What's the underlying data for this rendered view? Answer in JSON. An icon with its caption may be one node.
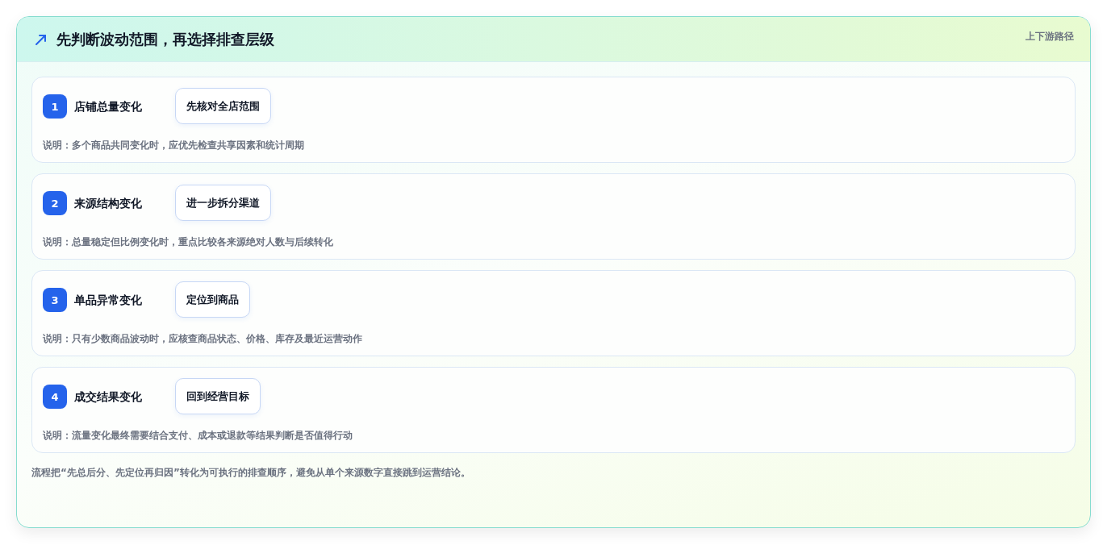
{
  "diagram": {
    "title": "先判断波动范围，再选择排查层级",
    "caption": "流程把“先总后分、先定位再归因”转化为可执行的排查顺序，避免从单个来源数字直接跳到运营结论。",
    "nodes": [
      {
        "text": [
          "店铺总量变化",
          "说明：多个商品共同变化时，应优先检查共享因素和统计周期"
        ]
      },
      {
        "text": [
          "1"
        ],
        "in": 0
      },
      {
        "text": [
          "先核对全店范围"
        ],
        "in": 0
      },
      {
        "text": [
          "来源结构变化",
          "说明：总量稳定但比例变化时，重点比较各来源绝对人数与后续转化"
        ]
      },
      {
        "text": [
          "2"
        ],
        "in": 3
      },
      {
        "text": [
          "进一步拆分渠道"
        ],
        "in": 3
      },
      {
        "text": [
          "单品异常变化",
          "说明：只有少数商品波动时，应核查商品状态、价格、库存及最近运营动作"
        ]
      },
      {
        "text": [
          "3"
        ],
        "in": 6
      },
      {
        "text": [
          "定位到商品"
        ],
        "in": 6
      },
      {
        "text": [
          "成交结果变化",
          "说明：流量变化最终需要结合支付、成本或退款等结果判断是否值得行动"
        ]
      },
      {
        "text": [
          "4"
        ],
        "in": 9
      },
      {
        "text": [
          "回到经营目标"
        ],
        "in": 9
      }
    ],
    "edges": [],
    "labels": [
      "上下游路径"
    ]
  }
}
